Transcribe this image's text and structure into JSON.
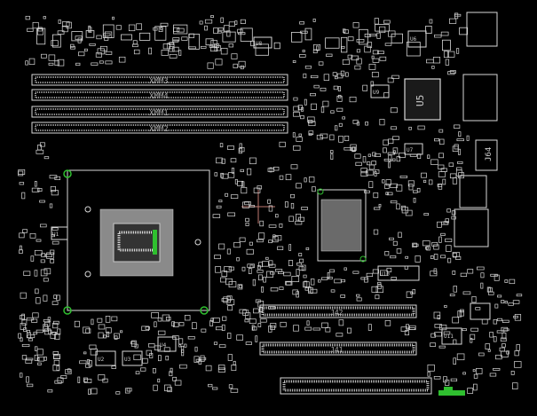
{
  "viewer": {
    "background": "#000000",
    "outline_color": "#d8d8d8",
    "accent_green": "#2fbf2f",
    "cursor_color": "#c07a72"
  },
  "labels": {
    "dimm_slots": [
      "XMM3",
      "XMM4",
      "XMM1",
      "XMM2"
    ],
    "chip_u5": "U5",
    "connector_j64": "J64",
    "slot_j42": "J42",
    "slot_j41": "J41",
    "small_u1": "U1",
    "small_u2": "U2",
    "small_u3": "U3",
    "small_u4": "U4",
    "small_u6": "U6",
    "small_u7": "U7",
    "small_u8": "U8",
    "small_u9": "U9",
    "small_u10": "U10",
    "small_u11": "U11"
  },
  "icons": {
    "cursor": "crosshair-icon",
    "mounting_hole": "mounting-hole-icon",
    "ground_marker": "ground-pad-icon"
  }
}
